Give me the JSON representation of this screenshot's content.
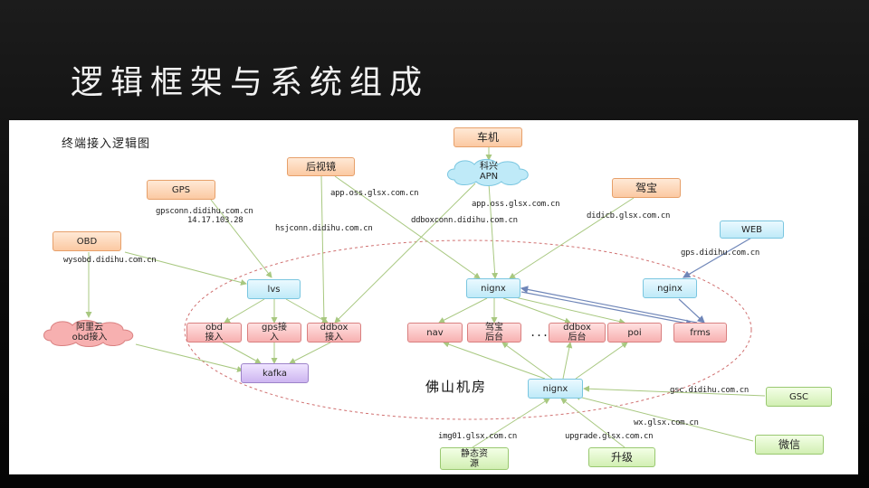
{
  "slide": {
    "title": "逻辑框架与系统组成"
  },
  "diagram": {
    "title": "终端接入逻辑图",
    "room": "佛山机房",
    "nodes": {
      "che_ji": "车机",
      "keyxing_apn": "科兴\nAPN",
      "houshijing": "后视镜",
      "jiabao": "驾宝",
      "gps": "GPS",
      "web": "WEB",
      "obd": "OBD",
      "aliyun": "阿里云\nobd接入",
      "lvs": "lvs",
      "nignx_top": "nignx",
      "nginx_web": "nginx",
      "obd_in": "obd\n接入",
      "gps_in": "gps接\n入",
      "ddbox_in": "ddbox\n接入",
      "kafka": "kafka",
      "nav": "nav",
      "jiabao_backend": "驾宝\n后台",
      "dots": "...",
      "ddbox_backend": "ddbox\n后台",
      "poi": "poi",
      "frms": "frms",
      "nignx_bottom": "nignx",
      "gsc": "GSC",
      "weixin": "微信",
      "static_res": "静态资\n源",
      "upgrade": "升级"
    },
    "links": {
      "app_oss_1": "app.oss.glsx.com.cn",
      "app_oss_2": "app.oss.glsx.com.cn",
      "gpsconn": "gpsconn.didihu.com.cn",
      "gps_ip": "14.17.103.28",
      "hsjconn": "hsjconn.didihu.com.cn",
      "ddboxconn": "ddboxconn.didihu.com.cn",
      "didicb": "didicb.glsx.com.cn",
      "gps_web": "gps.didihu.com.cn",
      "wysobd": "wysobd.didihu.com.cn",
      "gsc_link": "gsc.didihu.com.cn",
      "wx_link": "wx.glsx.com.cn",
      "img01": "img01.glsx.com.cn",
      "upgrade_link": "upgrade.glsx.com.cn"
    },
    "colors": {
      "client_node": "#fbc9a2",
      "proxy_node": "#bfeaf8",
      "service_node": "#f7b0b0",
      "queue_node": "#cdb5f0",
      "external_node": "#d2efb3",
      "inbound_arrow": "#a8c880",
      "outbound_arrow": "#6f86b8",
      "room_border": "#d07070"
    }
  }
}
